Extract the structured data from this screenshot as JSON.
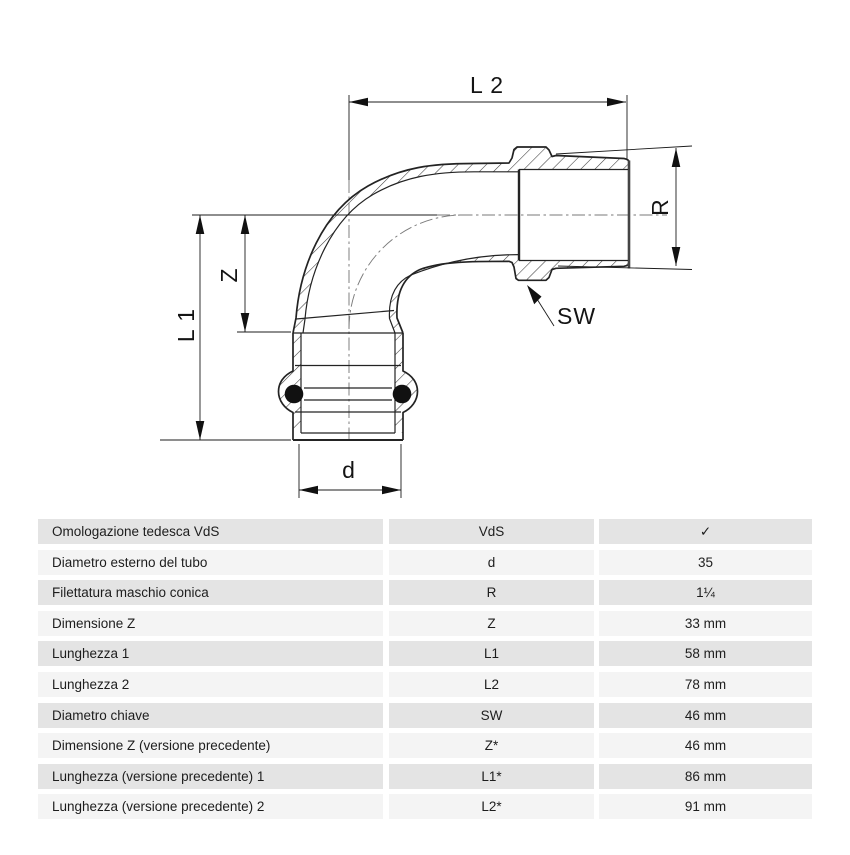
{
  "drawing": {
    "dim_labels": {
      "l2": "L 2",
      "l1": "L 1",
      "z": "Z",
      "r": "R",
      "d": "d",
      "sw": "SW"
    }
  },
  "table": {
    "rows": [
      {
        "label": "Omologazione tedesca VdS",
        "symbol": "VdS",
        "value": "✓"
      },
      {
        "label": "Diametro esterno del tubo",
        "symbol": "d",
        "value": "35"
      },
      {
        "label": "Filettatura maschio conica",
        "symbol": "R",
        "value": "1¼"
      },
      {
        "label": "Dimensione Z",
        "symbol": "Z",
        "value": "33 mm"
      },
      {
        "label": "Lunghezza 1",
        "symbol": "L1",
        "value": "58 mm"
      },
      {
        "label": "Lunghezza 2",
        "symbol": "L2",
        "value": "78 mm"
      },
      {
        "label": "Diametro chiave",
        "symbol": "SW",
        "value": "46 mm"
      },
      {
        "label": "Dimensione Z (versione precedente)",
        "symbol": "Z*",
        "value": "46 mm"
      },
      {
        "label": "Lunghezza (versione precedente) 1",
        "symbol": "L1*",
        "value": "86 mm"
      },
      {
        "label": "Lunghezza (versione precedente) 2",
        "symbol": "L2*",
        "value": "91 mm"
      }
    ]
  }
}
